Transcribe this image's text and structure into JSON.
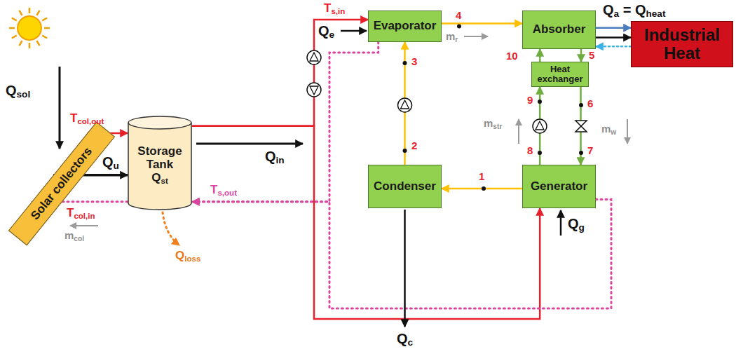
{
  "diagram": {
    "nodes": [
      {
        "text": [
          "Solar collectors"
        ]
      },
      {
        "text": [
          "Storage Tank",
          "Qst"
        ]
      },
      {
        "text": [
          "Evaporator"
        ]
      },
      {
        "text": [
          "Absorber"
        ]
      },
      {
        "text": [
          "Heat exchanger"
        ]
      },
      {
        "text": [
          "Condenser"
        ]
      },
      {
        "text": [
          "Generator"
        ]
      },
      {
        "text": [
          "Industrial Heat"
        ]
      }
    ],
    "edges": [
      {
        "from": 0,
        "to": 1,
        "arrow": "to"
      },
      {
        "from": 0,
        "to": 1,
        "arrow": "to"
      },
      {
        "from": 1,
        "to": 0,
        "arrow": "to"
      },
      {
        "from": 1,
        "to": 2,
        "arrow": "to"
      },
      {
        "from": 1,
        "to": 6,
        "arrow": "to"
      },
      {
        "from": 2,
        "to": 1,
        "arrow": "to"
      },
      {
        "from": 6,
        "to": 1,
        "arrow": "to"
      },
      {
        "from": 2,
        "to": 3,
        "arrow": "to"
      },
      {
        "from": 3,
        "to": 4,
        "arrow": "to"
      },
      {
        "from": 4,
        "to": 3,
        "arrow": "to"
      },
      {
        "from": 4,
        "to": 6,
        "arrow": "to"
      },
      {
        "from": 6,
        "to": 4,
        "arrow": "to"
      },
      {
        "from": 6,
        "to": 5,
        "arrow": "to"
      },
      {
        "from": 5,
        "to": 2,
        "arrow": "to"
      },
      {
        "from": 3,
        "to": 7,
        "arrow": "to"
      },
      {
        "from": 3,
        "to": 7,
        "arrow": "to"
      },
      {
        "from": 7,
        "to": 3,
        "arrow": "to"
      }
    ],
    "labels": [
      "Qsol",
      "Tcol,out",
      "Qu",
      "Tcol,in",
      "mcol",
      "Qloss",
      "Qin",
      "Ts,in",
      "Ts,out",
      "Qe",
      "4",
      "mr",
      "10",
      "5",
      "6",
      "9",
      "3",
      "2",
      "1",
      "7",
      "8",
      "mstr",
      "mw",
      "Qg",
      "Qc",
      "Qa = Qheat"
    ]
  }
}
